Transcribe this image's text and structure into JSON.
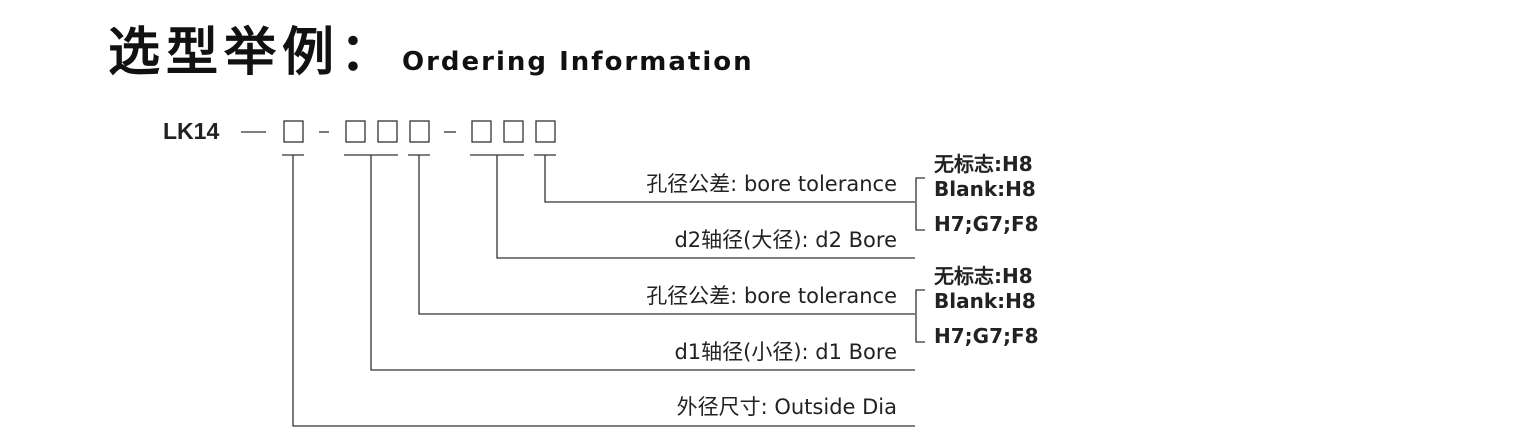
{
  "title": {
    "cn": "选型举例：",
    "en": "Ordering Information"
  },
  "code": {
    "prefix": "LK14",
    "dash_long": "—",
    "dash_short": "-"
  },
  "labels": {
    "bore_tolerance_2": "孔径公差: bore tolerance",
    "d2_bore": "d2轴径(大径): d2 Bore",
    "bore_tolerance_1": "孔径公差: bore tolerance",
    "d1_bore": "d1轴径(小径): d1 Bore",
    "outside_dia": "外径尺寸: Outside Dia"
  },
  "tolerance_options_2": {
    "blank_cn": "无标志:H8",
    "blank_en": "Blank:H8",
    "others": "H7;G7;F8"
  },
  "tolerance_options_1": {
    "blank_cn": "无标志:H8",
    "blank_en": "Blank:H8",
    "others": "H7;G7;F8"
  },
  "colors": {
    "text": "#222222",
    "line": "#333333"
  }
}
